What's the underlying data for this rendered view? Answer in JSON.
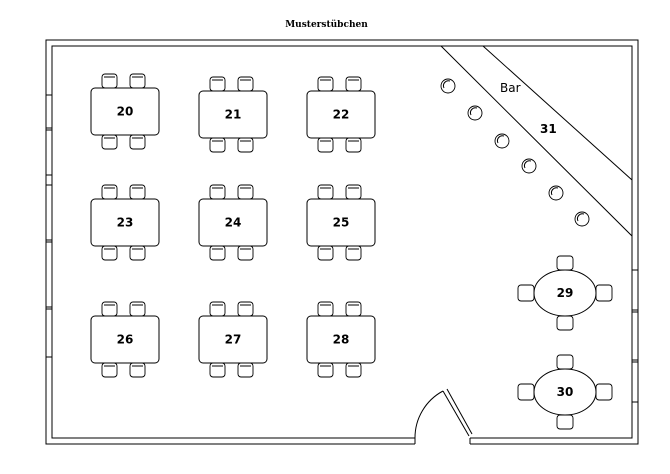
{
  "title": "Musterstübchen",
  "bar": {
    "label": "Bar",
    "number": "31"
  },
  "tables": [
    {
      "id": "20",
      "shape": "rect",
      "seats": 4
    },
    {
      "id": "21",
      "shape": "rect",
      "seats": 4
    },
    {
      "id": "22",
      "shape": "rect",
      "seats": 4
    },
    {
      "id": "23",
      "shape": "rect",
      "seats": 4
    },
    {
      "id": "24",
      "shape": "rect",
      "seats": 4
    },
    {
      "id": "25",
      "shape": "rect",
      "seats": 4
    },
    {
      "id": "26",
      "shape": "rect",
      "seats": 4
    },
    {
      "id": "27",
      "shape": "rect",
      "seats": 4
    },
    {
      "id": "28",
      "shape": "rect",
      "seats": 4
    },
    {
      "id": "29",
      "shape": "round",
      "seats": 4
    },
    {
      "id": "30",
      "shape": "round",
      "seats": 4
    }
  ],
  "bar_stools": 6
}
